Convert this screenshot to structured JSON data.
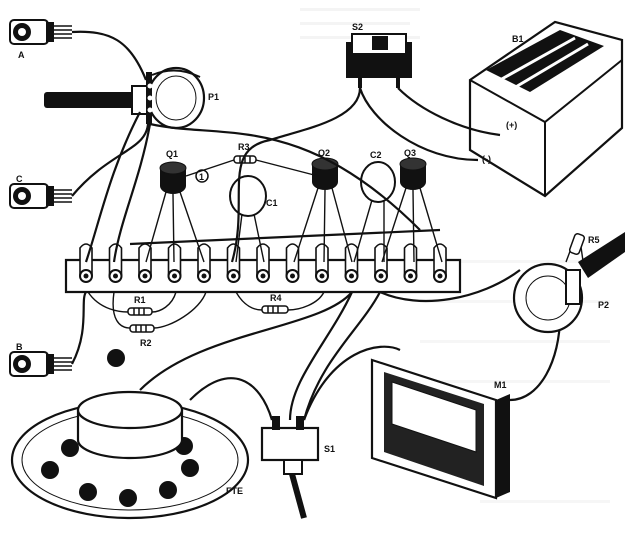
{
  "components": {
    "terminal_a": "A",
    "terminal_b": "B",
    "terminal_c": "C",
    "potentiometer_p1": "P1",
    "potentiometer_p2": "P2",
    "switch_s1": "S1",
    "switch_s2": "S2",
    "battery_b1": "B1",
    "battery_plus": "(+)",
    "battery_minus": "(-)",
    "transistor_q1": "Q1",
    "transistor_q2": "Q2",
    "transistor_q3": "Q3",
    "capacitor_c1": "C1",
    "capacitor_c2": "C2",
    "resistor_r1": "R1",
    "resistor_r2": "R2",
    "resistor_r3": "R3",
    "resistor_r4": "R4",
    "resistor_r5": "R5",
    "meter_m1": "M1",
    "speaker": "FTE",
    "jumper_marker": "1"
  },
  "terminal_strip": {
    "lug_count": 13
  }
}
